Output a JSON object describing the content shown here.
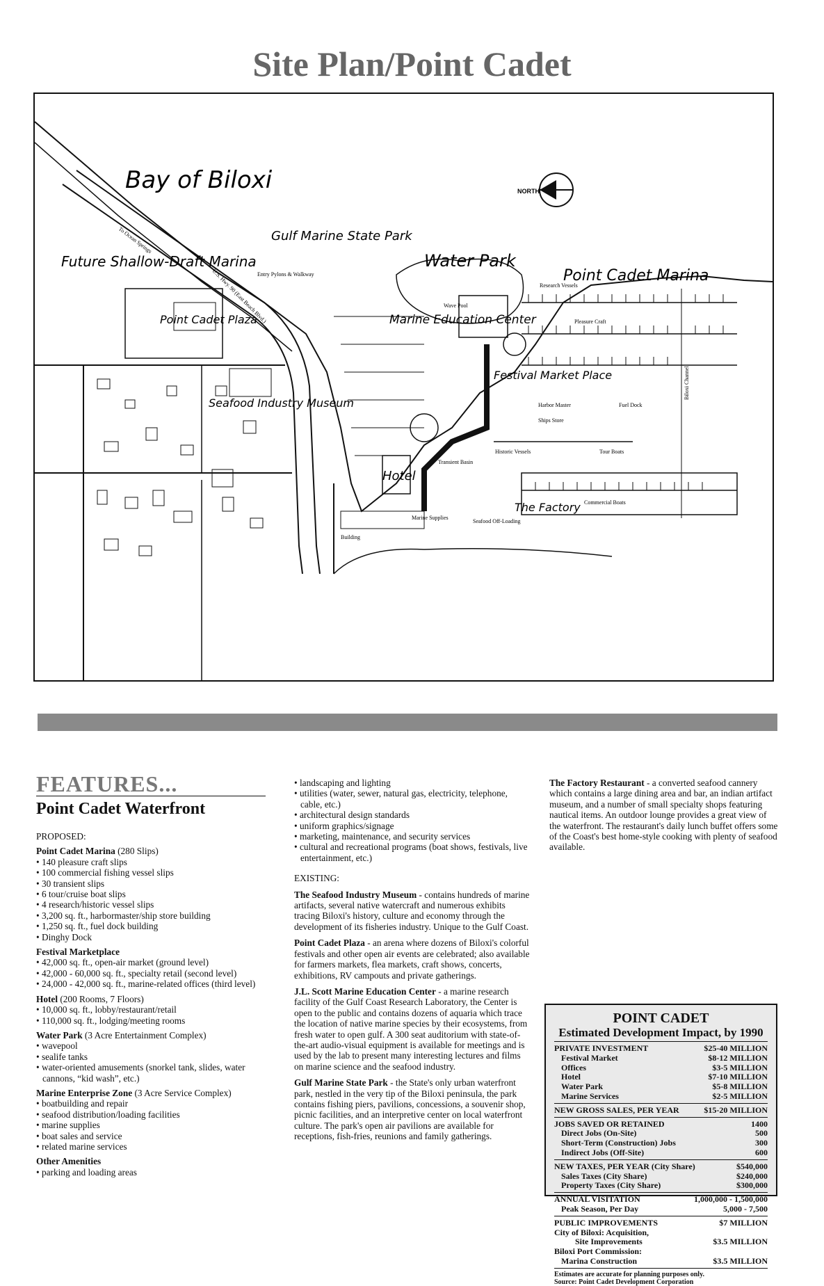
{
  "page": {
    "title": "Site Plan/Point Cadet"
  },
  "map": {
    "labels": {
      "bay": "Bay of Biloxi",
      "north": "NORTH",
      "future_marina": "Future Shallow-Draft Marina",
      "gulf_marine": "Gulf Marine State Park",
      "water_park": "Water Park",
      "point_cadet_marina": "Point Cadet Marina",
      "point_cadet_plaza": "Point Cadet Plaza",
      "marine_ed": "Marine Education Center",
      "festival": "Festival Market Place",
      "seafood_museum": "Seafood Industry Museum",
      "hotel": "Hotel",
      "factory": "The Factory",
      "entry_pylons": "Entry Pylons & Walkway",
      "wave_pool": "Wave Pool",
      "research_vessels": "Research Vessels",
      "pleasure_craft": "Pleasure Craft",
      "harbor_master": "Harbor Master",
      "ships_store": "Ships Store",
      "fuel_dock": "Fuel Dock",
      "historic_vessels": "Historic Vessels",
      "tour_boats": "Tour Boats",
      "transient_basin": "Transient Basin",
      "commercial_boats": "Commercial Boats",
      "marine_supplies": "Marine Supplies",
      "seafood_offloading": "Seafood Off-Loading",
      "building": "Building",
      "biloxi_channel": "Biloxi Channel",
      "to_ocean_springs": "To Ocean Springs",
      "us_hwy": "U.S. Hwy. 90 (East Beach Blvd.)"
    }
  },
  "features": {
    "heading": "FEATURES...",
    "subheading": "Point Cadet Waterfront",
    "proposed_label": "PROPOSED:",
    "marina": {
      "title": "Point Cadet Marina",
      "note": " (280 Slips)",
      "items": [
        "140 pleasure craft slips",
        "100 commercial fishing vessel slips",
        "30 transient slips",
        "6 tour/cruise boat slips",
        "4 research/historic vessel slips",
        "3,200 sq. ft., harbormaster/ship store building",
        "1,250 sq. ft., fuel dock building",
        "Dinghy Dock"
      ]
    },
    "festival": {
      "title": "Festival Marketplace",
      "items": [
        "42,000 sq. ft., open-air market (ground level)",
        "42,000 - 60,000 sq. ft., specialty retail (second level)",
        "24,000 - 42,000 sq. ft., marine-related offices (third level)"
      ]
    },
    "hotel": {
      "title": "Hotel",
      "note": " (200 Rooms, 7 Floors)",
      "items": [
        "10,000 sq. ft., lobby/restaurant/retail",
        "110,000 sq. ft., lodging/meeting rooms"
      ]
    },
    "waterpark": {
      "title": "Water Park",
      "note": " (3 Acre Entertainment Complex)",
      "items": [
        "wavepool",
        "sealife tanks",
        "water-oriented amusements (snorkel tank, slides, water cannons, “kid wash”, etc.)"
      ]
    },
    "enterprise": {
      "title": "Marine Enterprise Zone",
      "note": " (3 Acre Service Complex)",
      "items": [
        "boatbuilding and repair",
        "seafood distribution/loading facilities",
        "marine supplies",
        "boat sales and service",
        "related marine services"
      ]
    },
    "other": {
      "title": "Other Amenities",
      "items": [
        "parking and loading areas"
      ]
    }
  },
  "col2": {
    "items": [
      "landscaping and lighting",
      "utilities (water, sewer, natural gas, electricity, telephone, cable, etc.)",
      "architectural design standards",
      "uniform graphics/signage",
      "marketing, maintenance, and security services",
      "cultural and recreational programs (boat shows, festivals, live entertainment, etc.)"
    ],
    "existing_label": "EXISTING:",
    "paras": [
      {
        "title": "The Seafood Industry Museum",
        "text": " - contains hundreds of marine artifacts, several native watercraft and numerous exhibits tracing Biloxi's history, culture and economy through the development of its fisheries industry. Unique to the Gulf Coast."
      },
      {
        "title": "Point Cadet Plaza",
        "text": " - an arena where dozens of Biloxi's colorful festivals and other open air events are celebrated; also available for farmers markets, flea markets, craft shows, concerts, exhibitions, RV campouts and private gatherings."
      },
      {
        "title": "J.L. Scott Marine Education Center",
        "text": " - a marine research facility of the Gulf Coast Research Laboratory, the Center is open to the public and contains dozens of aquaria which trace the location of native marine species by their ecosystems, from fresh water to open gulf. A 300 seat auditorium with state-of-the-art audio-visual equipment is available for meetings and is used by the lab to present many interesting lectures and films on marine science and the seafood industry."
      },
      {
        "title": "Gulf Marine State Park",
        "text": " - the State's only urban waterfront park, nestled in the very tip of the Biloxi peninsula, the park contains fishing piers, pavilions, concessions, a souvenir shop, picnic facilities, and an interpretive center on local waterfront culture. The park's open air pavilions are available for receptions, fish-fries, reunions and family gatherings."
      }
    ]
  },
  "col3": {
    "factory_title": "The Factory Restaurant",
    "factory_text": " - a converted seafood cannery which contains a large dining area and bar, an indian artifact museum, and a number of small specialty shops featuring nautical items. An outdoor lounge provides a great view of the waterfront. The restaurant's daily lunch buffet offers some of the Coast's best home-style cooking with plenty of seafood available."
  },
  "impact": {
    "title": "POINT CADET",
    "subtitle": "Estimated Development Impact, by 1990",
    "private": {
      "label": "PRIVATE INVESTMENT",
      "value": "$25-40 MILLION",
      "rows": [
        {
          "label": "Festival Market",
          "value": "$8-12 MILLION"
        },
        {
          "label": "Offices",
          "value": "$3-5 MILLION"
        },
        {
          "label": "Hotel",
          "value": "$7-10 MILLION"
        },
        {
          "label": "Water Park",
          "value": "$5-8 MILLION"
        },
        {
          "label": "Marine Services",
          "value": "$2-5 MILLION"
        }
      ]
    },
    "gross": {
      "label": "NEW GROSS SALES, PER YEAR",
      "value": "$15-20 MILLION"
    },
    "jobs": {
      "label": "JOBS SAVED OR RETAINED",
      "value": "1400",
      "rows": [
        {
          "label": "Direct Jobs (On-Site)",
          "value": "500"
        },
        {
          "label": "Short-Term (Construction) Jobs",
          "value": "300"
        },
        {
          "label": "Indirect Jobs (Off-Site)",
          "value": "600"
        }
      ]
    },
    "taxes": {
      "label": "NEW TAXES, PER YEAR (City Share)",
      "value": "$540,000",
      "rows": [
        {
          "label": "Sales Taxes (City Share)",
          "value": "$240,000"
        },
        {
          "label": "Property Taxes (City Share)",
          "value": "$300,000"
        }
      ]
    },
    "visitation": {
      "label": "ANNUAL VISITATION",
      "value": "1,000,000 - 1,500,000",
      "peak_label": "Peak Season, Per Day",
      "peak_value": "5,000 - 7,500"
    },
    "public": {
      "label": "PUBLIC IMPROVEMENTS",
      "value": "$7 MILLION",
      "city_label": "City of Biloxi: Acquisition,",
      "city_label2": "Site Improvements",
      "city_value": "$3.5 MILLION",
      "port_label": "Biloxi Port Commission:",
      "port_label2": "Marina Construction",
      "port_value": "$3.5 MILLION"
    },
    "note1": "Estimates are accurate for planning purposes only.",
    "note2": "Source: Point Cadet Development Corporation"
  }
}
